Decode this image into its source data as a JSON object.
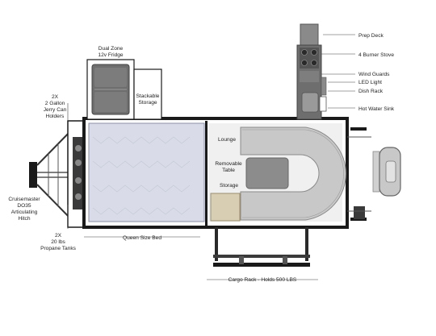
{
  "labels": {
    "prep_deck": "Prep Deck",
    "burner_stove": "4 Burner Stove",
    "wind_guards": "Wind Guards",
    "led_light": "LED Light",
    "dish_rack": "Dish Rack",
    "hot_water_sink": "Hot Water Sink",
    "fridge_line1": "Dual Zone",
    "fridge_line2": "12v Fridge",
    "stackable_line1": "Stackable",
    "stackable_line2": "Storage",
    "jerry_line1": "2X",
    "jerry_line2": "2 Gallon",
    "jerry_line3": "Jerry Can",
    "jerry_line4": "Holders",
    "lounge": "Lounge",
    "table_line1": "Removable",
    "table_line2": "Table",
    "storage": "Storage",
    "hitch_line1": "Cruisemaster",
    "hitch_line2": "DO35",
    "hitch_line3": "Articulating",
    "hitch_line4": "Hitch",
    "propane_line1": "2X",
    "propane_line2": "20 lbs",
    "propane_line3": "Propane Tanks",
    "queen_bed": "Queen Size Bed",
    "cargo_rack": "Cargo Rack - Holds 500 LBS"
  },
  "colors": {
    "frame": "#1a1a1a",
    "bed": "#d9dce8",
    "floor": "#f0f0f0",
    "seat": "#c8c8c8",
    "storage_box": "#d8ceb4",
    "appliance": "#6e6e6e",
    "leader": "#444444"
  }
}
